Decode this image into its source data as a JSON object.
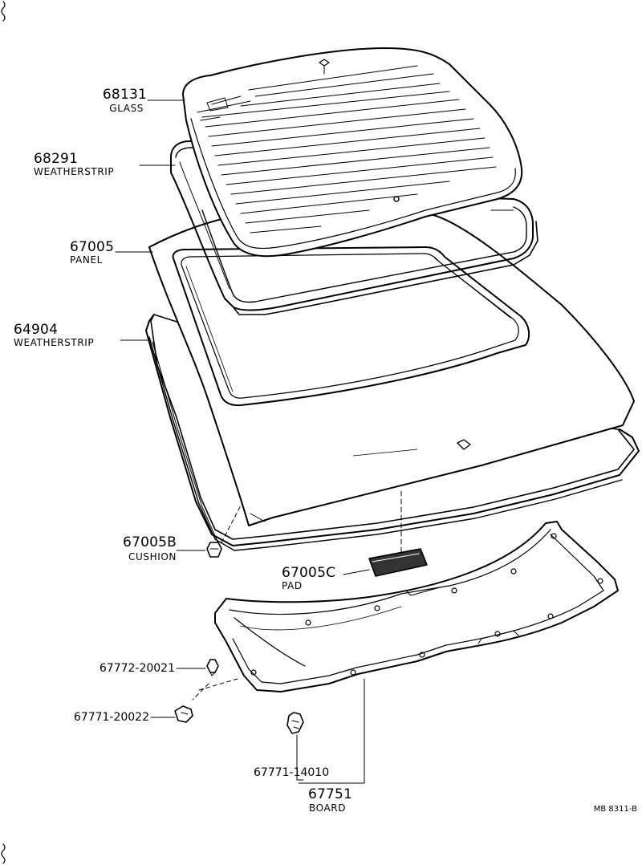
{
  "parts": {
    "glass": {
      "number": "68131",
      "name": "GLASS"
    },
    "weatherstrip_upper": {
      "number": "68291",
      "name": "WEATHERSTRIP"
    },
    "panel": {
      "number": "67005",
      "name": "PANEL"
    },
    "weatherstrip_lower": {
      "number": "64904",
      "name": "WEATHERSTRIP"
    },
    "cushion": {
      "number": "67005B",
      "name": "CUSHION"
    },
    "pad": {
      "number": "67005C",
      "name": "PAD"
    },
    "clip_a": {
      "number": "67772-20021"
    },
    "clip_b": {
      "number": "67771-20022"
    },
    "clip_c": {
      "number": "67771-14010"
    },
    "board": {
      "number": "67751",
      "name": "BOARD"
    }
  },
  "reference": "MB 8311-B"
}
